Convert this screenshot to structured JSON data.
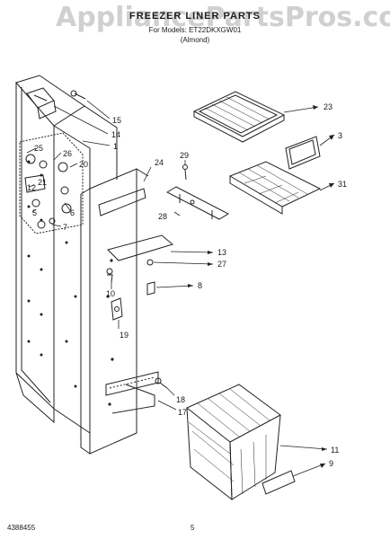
{
  "watermark": "AppliancePartsPros.com",
  "header": {
    "title": "FREEZER LINER PARTS",
    "model": "For Models: ET22DKXGW01",
    "note": "(Almond)"
  },
  "callouts": {
    "c1": "1",
    "c3": "3",
    "c5": "5",
    "c6": "6",
    "c7": "7",
    "c8": "8",
    "c9": "9",
    "c10": "10",
    "c11": "11",
    "c12": "12",
    "c13": "13",
    "c14": "14",
    "c15": "15",
    "c17": "17",
    "c18": "18",
    "c19": "19",
    "c20": "20",
    "c21": "21",
    "c23": "23",
    "c24": "24",
    "c25": "25",
    "c26": "26",
    "c27": "27",
    "c28": "28",
    "c29": "29",
    "c31": "31"
  },
  "footer": {
    "doc_number": "4388455",
    "page": "5"
  }
}
